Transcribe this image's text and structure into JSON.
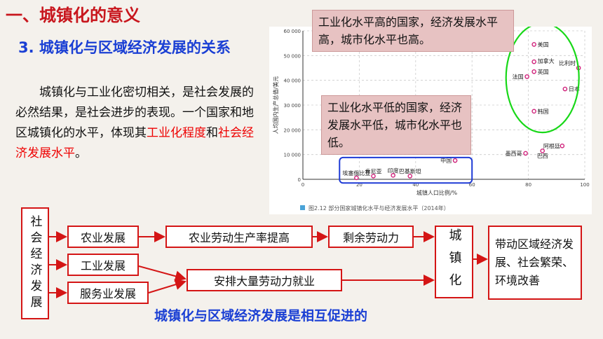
{
  "title": "一、城镇化的意义",
  "subtitle": "3. 城镇化与区域经济发展的关系",
  "paragraph": {
    "part1": "城镇化与工业化密切相关，是社会发展的必然结果，是社会进步的表现。一个国家和地区城镇化的水平，体现其",
    "highlight1": "工业化程度",
    "and": "和",
    "highlight2": "社会经济发展水平",
    "end": "。"
  },
  "callouts": {
    "high": "工业化水平高的国家，经济发展水平高，城市化水平也高。",
    "low": "工业化水平低的国家，经济发展水平低，城市化水平也低。"
  },
  "chart_data": {
    "type": "scatter",
    "xlabel": "城镇人口比例/%",
    "ylabel": "人均国内生产总值/美元",
    "caption": "图2.12  部分国家城镇化水平与经济发展水平（2014年）",
    "xlim": [
      0,
      100
    ],
    "ylim": [
      0,
      60000
    ],
    "xticks": [
      "0",
      "20",
      "40",
      "60",
      "80",
      "100"
    ],
    "yticks": [
      "0",
      "10 000",
      "20 000",
      "30 000",
      "40 000",
      "50 000",
      "60 000"
    ],
    "points": [
      {
        "label": "美国",
        "x": 82,
        "y": 54500
      },
      {
        "label": "加拿大",
        "x": 82,
        "y": 47500
      },
      {
        "label": "英国",
        "x": 82,
        "y": 43500
      },
      {
        "label": "法国",
        "x": 79.5,
        "y": 41500
      },
      {
        "label": "比利时",
        "x": 97.8,
        "y": 45000
      },
      {
        "label": "日本",
        "x": 93,
        "y": 36500
      },
      {
        "label": "韩国",
        "x": 82,
        "y": 27500
      },
      {
        "label": "阿根廷",
        "x": 92,
        "y": 13500
      },
      {
        "label": "墨西哥",
        "x": 79,
        "y": 10500
      },
      {
        "label": "巴西",
        "x": 85,
        "y": 11500
      },
      {
        "label": "中国",
        "x": 54,
        "y": 7600
      },
      {
        "label": "巴基斯坦",
        "x": 38,
        "y": 1300
      },
      {
        "label": "印度",
        "x": 32,
        "y": 1600
      },
      {
        "label": "肯尼亚",
        "x": 25,
        "y": 1300
      },
      {
        "label": "埃塞俄比亚",
        "x": 19,
        "y": 600
      }
    ]
  },
  "flow": {
    "left_column": "社会经济发展",
    "agri": "农业发展",
    "industry": "工业发展",
    "service": "服务业发展",
    "productivity": "农业劳动生产率提高",
    "surplus": "剩余劳动力",
    "employment": "安排大量劳动力就业",
    "urbanization": "城镇化",
    "result": "带动区域经济发展、社会繁荣、环境改善"
  },
  "conclusion": "城镇化与区域经济发展是相互促进的",
  "colors": {
    "title_red": "#c8161d",
    "blue": "#1a3fd4",
    "box_red": "#d41515",
    "callout_bg": "#e7c2c2"
  }
}
